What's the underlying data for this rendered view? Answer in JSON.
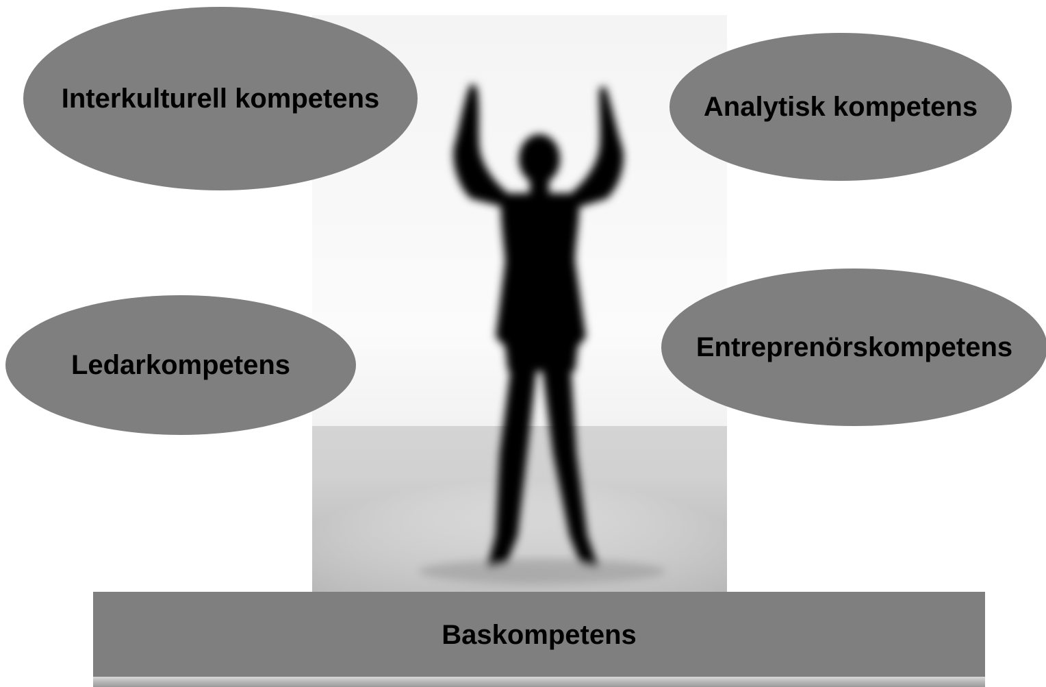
{
  "colors": {
    "shape_fill": "#7f7f7f",
    "text": "#000000",
    "background": "#ffffff",
    "silhouette": "#050505"
  },
  "photo": {
    "icon": "person-arms-raised-silhouette-icon"
  },
  "competencies": {
    "interkulturell": "Interkulturell kompetens",
    "analytisk": "Analytisk kompetens",
    "ledar": "Ledarkompetens",
    "entreprenor": "Entreprenörskompetens"
  },
  "base": {
    "label": "Baskompetens"
  }
}
